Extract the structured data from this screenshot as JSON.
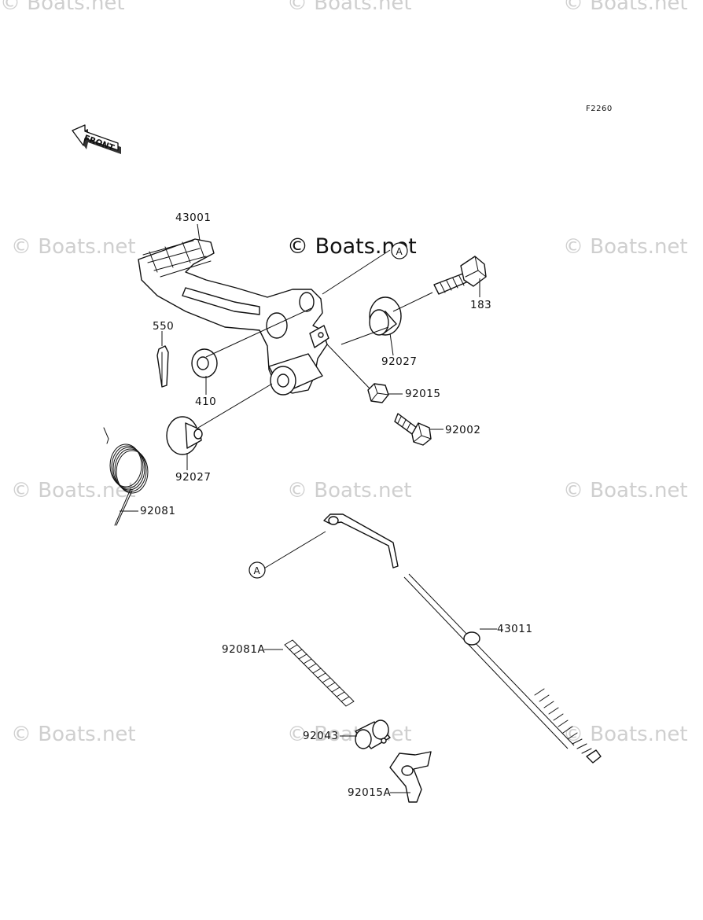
{
  "diagram_code": "F2260",
  "front_arrow_label": "FRONT",
  "reference_marker": "A",
  "watermark": "© Boats.net",
  "center_watermark": "© Boats.net",
  "parts": {
    "brake_pedal": "43001",
    "bolt_183": "183",
    "collar_top": "92027",
    "cotter_pin": "550",
    "washer": "410",
    "nut": "92015",
    "bolt_92002": "92002",
    "collar_bottom": "92027",
    "torsion_spring": "92081",
    "brake_rod": "43011",
    "rod_spring": "92081A",
    "joint": "92043",
    "wing_nut": "92015A"
  }
}
